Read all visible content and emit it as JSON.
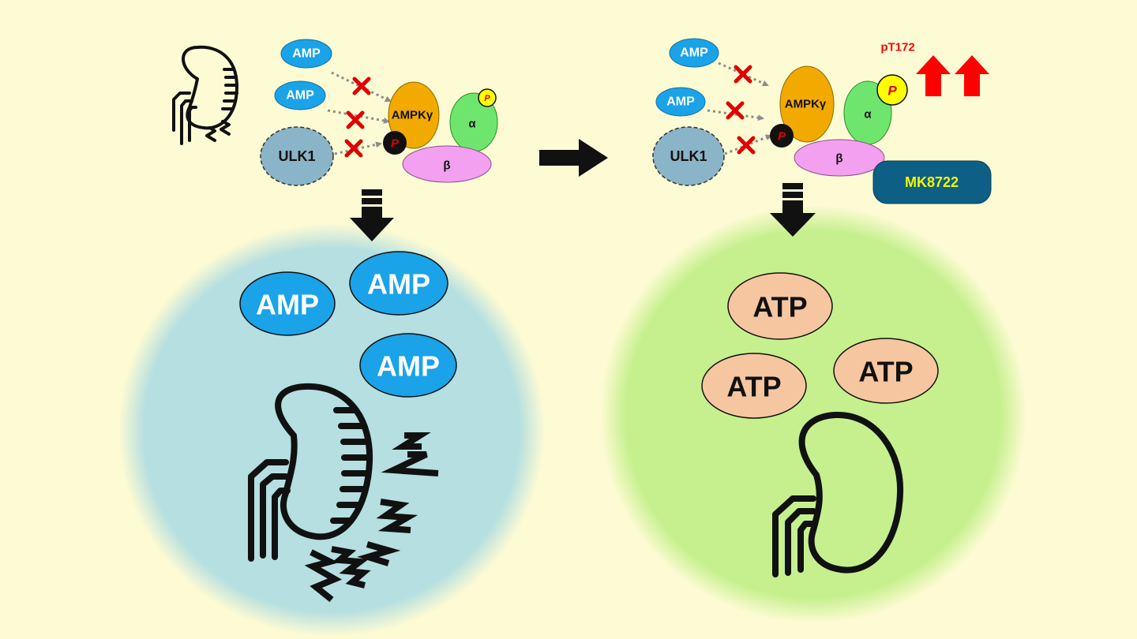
{
  "colors": {
    "background": "#fdfbd3",
    "injured_circle": "#b5dfe0",
    "healthy_circle": "#c6f08e",
    "amp_fill": "#1aa3e8",
    "atp_fill": "#f6c6a0",
    "ulk1_fill": "#8ab4c8",
    "ampk_gamma_fill": "#f2a900",
    "ampk_alpha_fill": "#6ee66e",
    "ampk_beta_fill": "#f3a0f0",
    "mk8722_fill": "#0d5f85",
    "mk8722_text": "#f5f500",
    "inhibit_x": "#e00000",
    "up_arrow": "#ff0000",
    "phospho_dark": "#111111",
    "phospho_yellow": "#ffff00"
  },
  "left_panel": {
    "amp_small_1": "AMP",
    "amp_small_2": "AMP",
    "ulk1": "ULK1",
    "ampk_gamma": "AMPKγ",
    "ampk_alpha": "α",
    "ampk_beta": "β",
    "phospho_site_1": "P",
    "phospho_site_2": "P",
    "amp_large_1": "AMP",
    "amp_large_2": "AMP",
    "amp_large_3": "AMP"
  },
  "right_panel": {
    "amp_small_1": "AMP",
    "amp_small_2": "AMP",
    "ulk1": "ULK1",
    "ampk_gamma": "AMPKγ",
    "ampk_alpha": "α",
    "ampk_beta": "β",
    "phospho_site_1": "P",
    "phospho_site_2": "P",
    "pt172": "pT172",
    "mk8722": "MK8722",
    "atp_1": "ATP",
    "atp_2": "ATP",
    "atp_3": "ATP"
  },
  "icons": [
    "injured-kidney-icon",
    "healthy-kidney-icon",
    "down-arrow-icon",
    "right-arrow-icon",
    "up-arrow-icon",
    "inhibition-x-icon",
    "lightning-zigzag-icon"
  ]
}
